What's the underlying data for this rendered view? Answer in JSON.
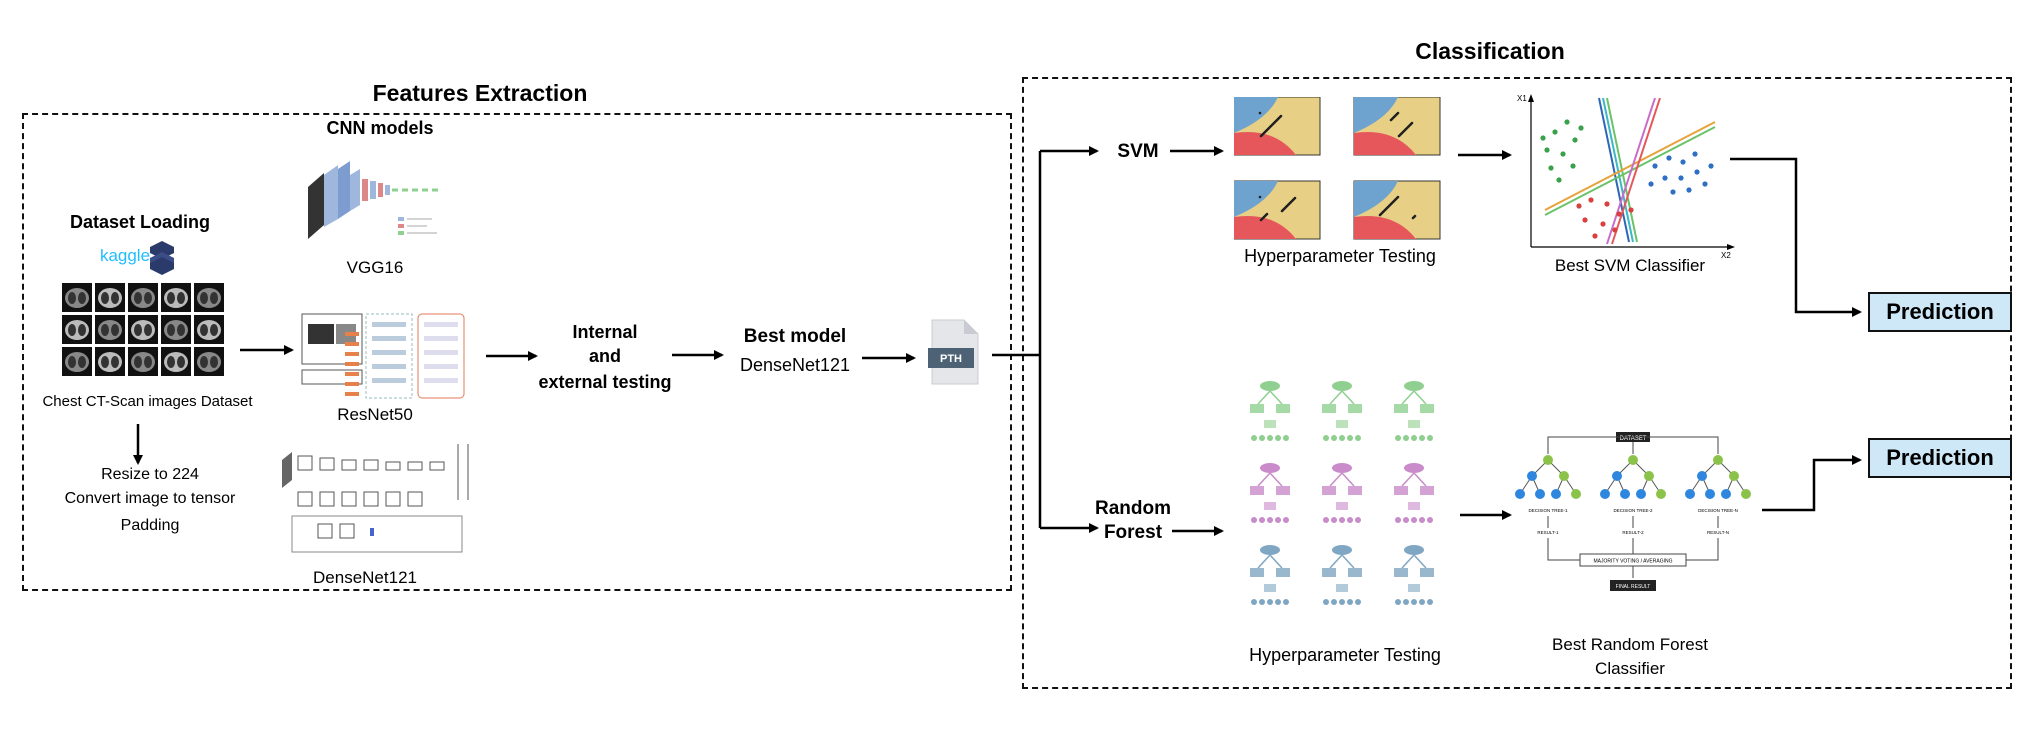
{
  "features": {
    "title": "Features Extraction",
    "cnn_title": "CNN models",
    "dataset_title": "Dataset Loading",
    "kaggle": "kaggle",
    "dataset_caption": "Chest CT-Scan images Dataset",
    "preprocess": [
      "Resize to 224",
      "Convert image to tensor",
      "Padding"
    ],
    "models": [
      "VGG16",
      "ResNet50",
      "DenseNet121"
    ],
    "testing": [
      "Internal",
      "and",
      "external testing"
    ],
    "best_title": "Best model",
    "best_name": "DenseNet121",
    "pth": "PTH"
  },
  "classification": {
    "title": "Classification",
    "svm": "SVM",
    "svm_hyper": "Hyperparameter Testing",
    "svm_best": "Best SVM Classifier",
    "rf": [
      "Random",
      "Forest"
    ],
    "rf_hyper": "Hyperparameter Testing",
    "rf_best": [
      "Best Random Forest",
      "Classifier"
    ],
    "svm_axes": [
      "X1",
      "X2"
    ],
    "rf_diagram": {
      "dataset": "DATASET",
      "trees": [
        "DECISION TREE-1",
        "DECISION TREE-2",
        "DECISION TREE-N"
      ],
      "results": [
        "RESULT-1",
        "RESULT-2",
        "RESULT-N"
      ],
      "voting": "MAJORITY VOTING / AVERAGING",
      "final": "FINAL RESULT"
    },
    "prediction": [
      "Prediction",
      "Prediction"
    ]
  },
  "colors": {
    "prediction_bg": "#cfe8f7",
    "kaggle": "#20beff",
    "svm_blue": "#6ea3cf",
    "svm_red": "#e5575b",
    "svm_yellow": "#e8cf86"
  }
}
